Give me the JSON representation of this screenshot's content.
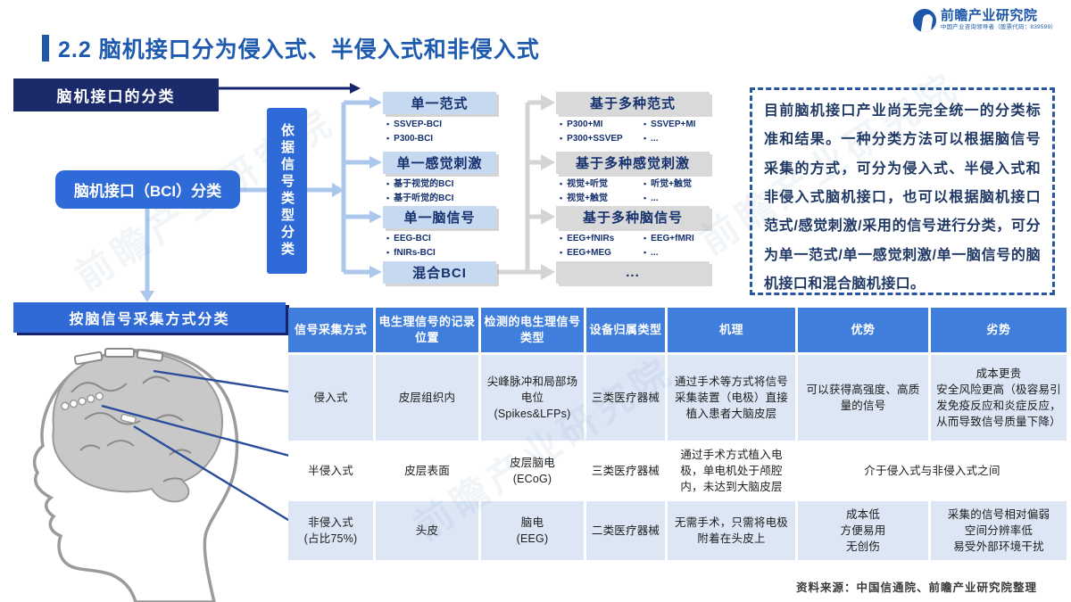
{
  "logo": {
    "name": "前瞻产业研究院",
    "tagline": "中国产业咨询领导者（股票代码：839599）"
  },
  "title": "2.2 脑机接口分为侵入式、半侵入式和非侵入式",
  "flow": {
    "root_label": "脑机接口的分类",
    "bci_label": "脑机接口（BCI）分类",
    "signal_type_label": "依据信号类型分类",
    "single_boxes": [
      {
        "label": "单一范式",
        "items": [
          "SSVEP-BCI",
          "P300-BCI"
        ]
      },
      {
        "label": "单一感觉刺激",
        "items": [
          "基于视觉的BCI",
          "基于听觉的BCI"
        ]
      },
      {
        "label": "单一脑信号",
        "items": [
          "EEG-BCI",
          "fNIRs-BCI"
        ]
      },
      {
        "label": "混合BCI",
        "items": []
      }
    ],
    "multi_boxes": [
      {
        "label": "基于多种范式",
        "left": [
          "P300+MI",
          "P300+SSVEP"
        ],
        "right": [
          "SSVEP+MI",
          "..."
        ]
      },
      {
        "label": "基于多种感觉刺激",
        "left": [
          "视觉+听觉",
          "视觉+触觉"
        ],
        "right": [
          "听觉+触觉",
          "..."
        ]
      },
      {
        "label": "基于多种脑信号",
        "left": [
          "EEG+fNIRs",
          "EEG+MEG"
        ],
        "right": [
          "EEG+fMRI",
          "..."
        ]
      },
      {
        "label": "...",
        "left": [],
        "right": []
      }
    ]
  },
  "note": {
    "text": "目前脑机接口产业尚无完全统一的分类标准和结果。一种分类方法可以根据脑信号采集的方式，可分为侵入式、半侵入式和非侵入式脑机接口，也可以根据脑机接口范式/感觉刺激/采用的信号进行分类，可分为单一范式/单一感觉刺激/单一脑信号的脑机接口和混合脑机接口。"
  },
  "section2": {
    "label": "按脑信号采集方式分类"
  },
  "table": {
    "headers": [
      "信号采集方式",
      "电生理信号的记录位置",
      "检测的电生理信号类型",
      "设备归属类型",
      "机理",
      "优势",
      "劣势"
    ],
    "rows": [
      {
        "cells": [
          "侵入式",
          "皮层组织内",
          "尖峰脉冲和局部场电位\n(Spikes&LFPs)",
          "三类医疗器械",
          "通过手术等方式将信号采集装置（电极）直接植入患者大脑皮层",
          "可以获得高强度、高质量的信号",
          "成本更贵\n安全风险更高（极容易引发免疫反应和炎症反应，从而导致信号质量下降）"
        ]
      },
      {
        "cells": [
          "半侵入式",
          "皮层表面",
          "皮层脑电\n(ECoG)",
          "三类医疗器械",
          "通过手术方式植入电极，单电机处于颅腔内，未达到大脑皮层",
          "介于侵入式与非侵入式之间"
        ]
      },
      {
        "cells": [
          "非侵入式\n(占比75%)",
          "头皮",
          "脑电\n(EEG)",
          "二类医疗器械",
          "无需手术，只需将电极附着在头皮上",
          "成本低\n方便易用\n无创伤",
          "采集的信号相对偏弱\n空间分辨率低\n易受外部环境干扰"
        ]
      }
    ]
  },
  "footer": {
    "source": "资料来源：中国信通院、前瞻产业研究院整理"
  },
  "watermark": {
    "text": "前瞻产业研究院"
  },
  "colors": {
    "title_blue": "#1e5aae",
    "dark_navy": "#1b2a6b",
    "primary_blue": "#2f6bd8",
    "table_header_blue": "#3f7edd",
    "light_cell_blue": "#dce6f5",
    "light_box_blue": "#c7d9f0",
    "box_gray": "#d9d9d9",
    "connector_blue": "#abc8ec",
    "connector_gray": "#d4d4d4",
    "text_navy": "#14306e"
  }
}
